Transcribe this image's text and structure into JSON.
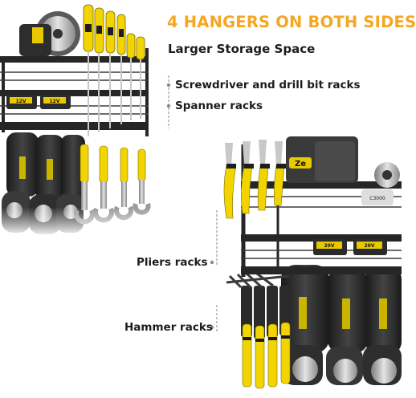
{
  "headline": "4 HANGERS ON BOTH SIDES",
  "subhead": "Larger Storage Space",
  "callouts": {
    "screwdriver": "Screwdriver and drill bit racks",
    "spanner": "Spanner racks",
    "pliers": "Pliers racks",
    "hammer": "Hammer racks"
  },
  "product_marks": {
    "battery": "12V",
    "battery_alt": "20V",
    "drill_brand": "Ze",
    "saw_label": "C3000"
  },
  "colors": {
    "accent": "#f5a623",
    "tool_yellow": "#f2d500",
    "rack_dark": "#262626",
    "text": "#1c1c1c",
    "leader_line": "#8a8a8a"
  }
}
